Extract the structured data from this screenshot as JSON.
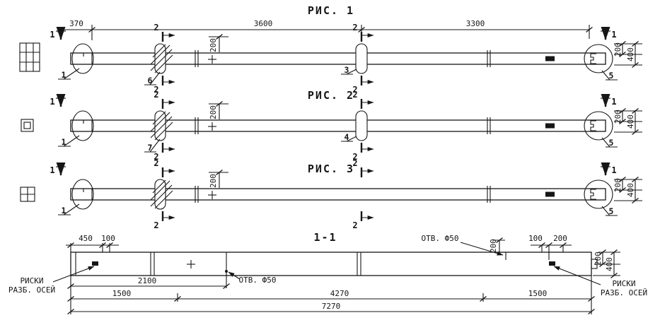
{
  "colors": {
    "line": "#161616",
    "background": "#ffffff"
  },
  "figures": [
    {
      "title": "РИС. 1",
      "cut1": "1",
      "cut2": "2",
      "dim_370": "370",
      "dim_3600": "3600",
      "dim_3300": "3300",
      "dim_height_200": "200",
      "dim_right_200": "200",
      "dim_right_400": "400",
      "callout_left_end": "1",
      "callout_slot": "6",
      "callout_mid_slot": "3",
      "callout_right_end": "5"
    },
    {
      "title": "РИС. 2",
      "cut1": "1",
      "cut2": "2",
      "dim_height_200": "200",
      "dim_right_200": "200",
      "dim_right_400": "400",
      "callout_left_end": "1",
      "callout_slot": "7",
      "callout_mid_slot": "4",
      "callout_right_end": "5"
    },
    {
      "title": "РИС. 3",
      "cut1": "1",
      "cut2": "2",
      "dim_height_200": "200",
      "dim_right_200": "200",
      "dim_right_400": "400",
      "callout_left_end": "1",
      "callout_right_end": "5"
    }
  ],
  "section": {
    "title": "1-1",
    "dim_450": "450",
    "dim_100_left": "100",
    "dim_100_right": "100",
    "dim_200_right": "200",
    "hole_label_top": "ОТВ. Ф50",
    "hole_label_bottom": "ОТВ. Ф50",
    "dim_hole_200": "200",
    "dim_side_200": "200",
    "dim_side_400": "400",
    "dim_2100": "2100",
    "dim_1500_left": "1500",
    "dim_4270": "4270",
    "dim_1500_right": "1500",
    "dim_7270": "7270",
    "axis_marks_line1": "РИСКИ",
    "axis_marks_line2": "РАЗБ. ОСЕЙ"
  }
}
